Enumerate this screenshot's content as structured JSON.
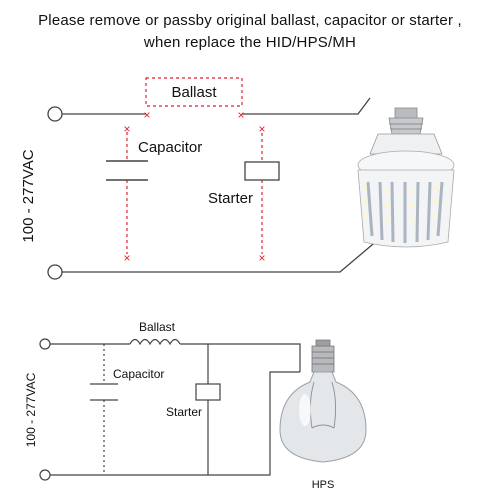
{
  "heading": {
    "line1": "Please remove or passby original ballast, capacitor or starter ,",
    "line2": "when replace the HID/HPS/MH"
  },
  "top_diagram": {
    "voltage": "100 - 277VAC",
    "ballast": "Ballast",
    "capacitor": "Capacitor",
    "starter": "Starter",
    "removed_marker": "×",
    "removed_color": "#e2232a",
    "dashed_color": "#e2232a",
    "bulb": "led-corn-bulb"
  },
  "bottom_diagram": {
    "voltage": "100 - 277VAC",
    "ballast": "Ballast",
    "capacitor": "Capacitor",
    "starter": "Starter",
    "bulb_label": "HPS",
    "bulb": "hps-incandescent-bulb"
  },
  "colors": {
    "wire": "#444444",
    "text": "#111111",
    "bulb_glass": "#d9dde2",
    "led_body": "#f4f5f7"
  }
}
